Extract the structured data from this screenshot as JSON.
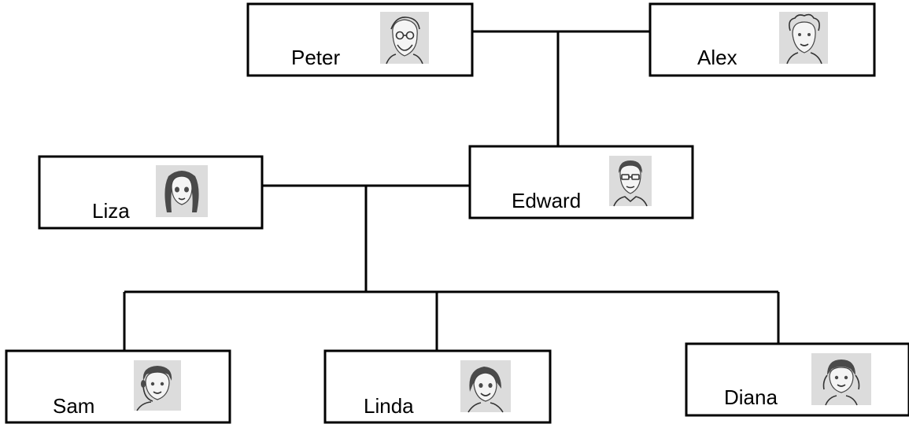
{
  "tree": {
    "people": [
      {
        "id": "peter",
        "name": "Peter",
        "portrait": "elderly-man-glasses-beard-icon"
      },
      {
        "id": "alex",
        "name": "Alex",
        "portrait": "elderly-woman-curly-hair-icon"
      },
      {
        "id": "edward",
        "name": "Edward",
        "portrait": "man-glasses-short-hair-icon"
      },
      {
        "id": "liza",
        "name": "Liza",
        "portrait": "woman-long-hair-icon"
      },
      {
        "id": "sam",
        "name": "Sam",
        "portrait": "boy-headset-icon"
      },
      {
        "id": "linda",
        "name": "Linda",
        "portrait": "girl-short-hair-icon"
      },
      {
        "id": "diana",
        "name": "Diana",
        "portrait": "girl-pigtails-icon"
      }
    ],
    "couples": [
      [
        "peter",
        "alex"
      ],
      [
        "liza",
        "edward"
      ]
    ],
    "parent_of": [
      {
        "parents": [
          "peter",
          "alex"
        ],
        "children": [
          "edward"
        ]
      },
      {
        "parents": [
          "liza",
          "edward"
        ],
        "children": [
          "sam",
          "linda",
          "diana"
        ]
      }
    ]
  }
}
